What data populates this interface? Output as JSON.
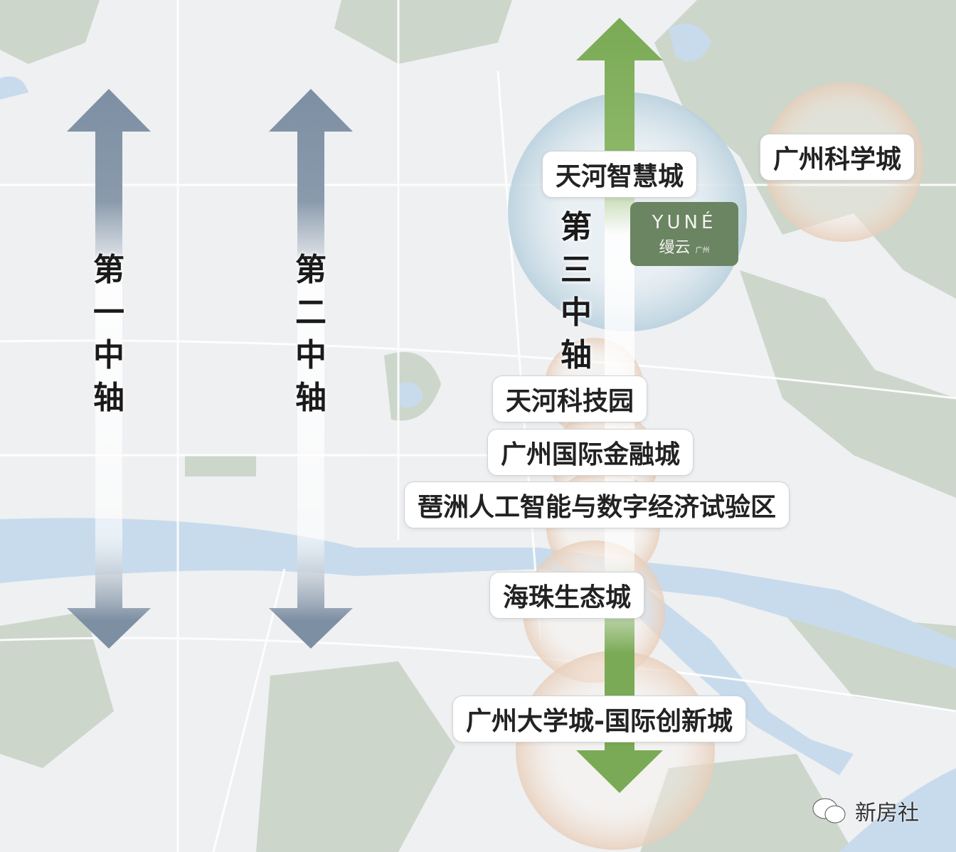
{
  "axes": {
    "first": "第一中轴",
    "second": "第二中轴",
    "third": "第三中轴"
  },
  "labels": {
    "tianhe_smart_city": "天河智慧城",
    "guangzhou_science_city": "广州科学城",
    "tianhe_tech_park": "天河科技园",
    "gz_intl_finance_city": "广州国际金融城",
    "pazhou_ai_zone": "琶洲人工智能与数字经济试验区",
    "haizhu_eco_city": "海珠生态城",
    "gz_university_city": "广州大学城-国际创新城"
  },
  "logo": {
    "en": "YUNÉ",
    "cn": "缦云",
    "sub": "广州"
  },
  "watermark": {
    "text": "新房社",
    "icon": "wechat-icon"
  },
  "colors": {
    "axis_grey": "#7d8fa3",
    "axis_green": "#7aaa55",
    "logo_bg": "#6b8462",
    "river": "#c8dbec",
    "greenland": "#cdd6cb"
  }
}
